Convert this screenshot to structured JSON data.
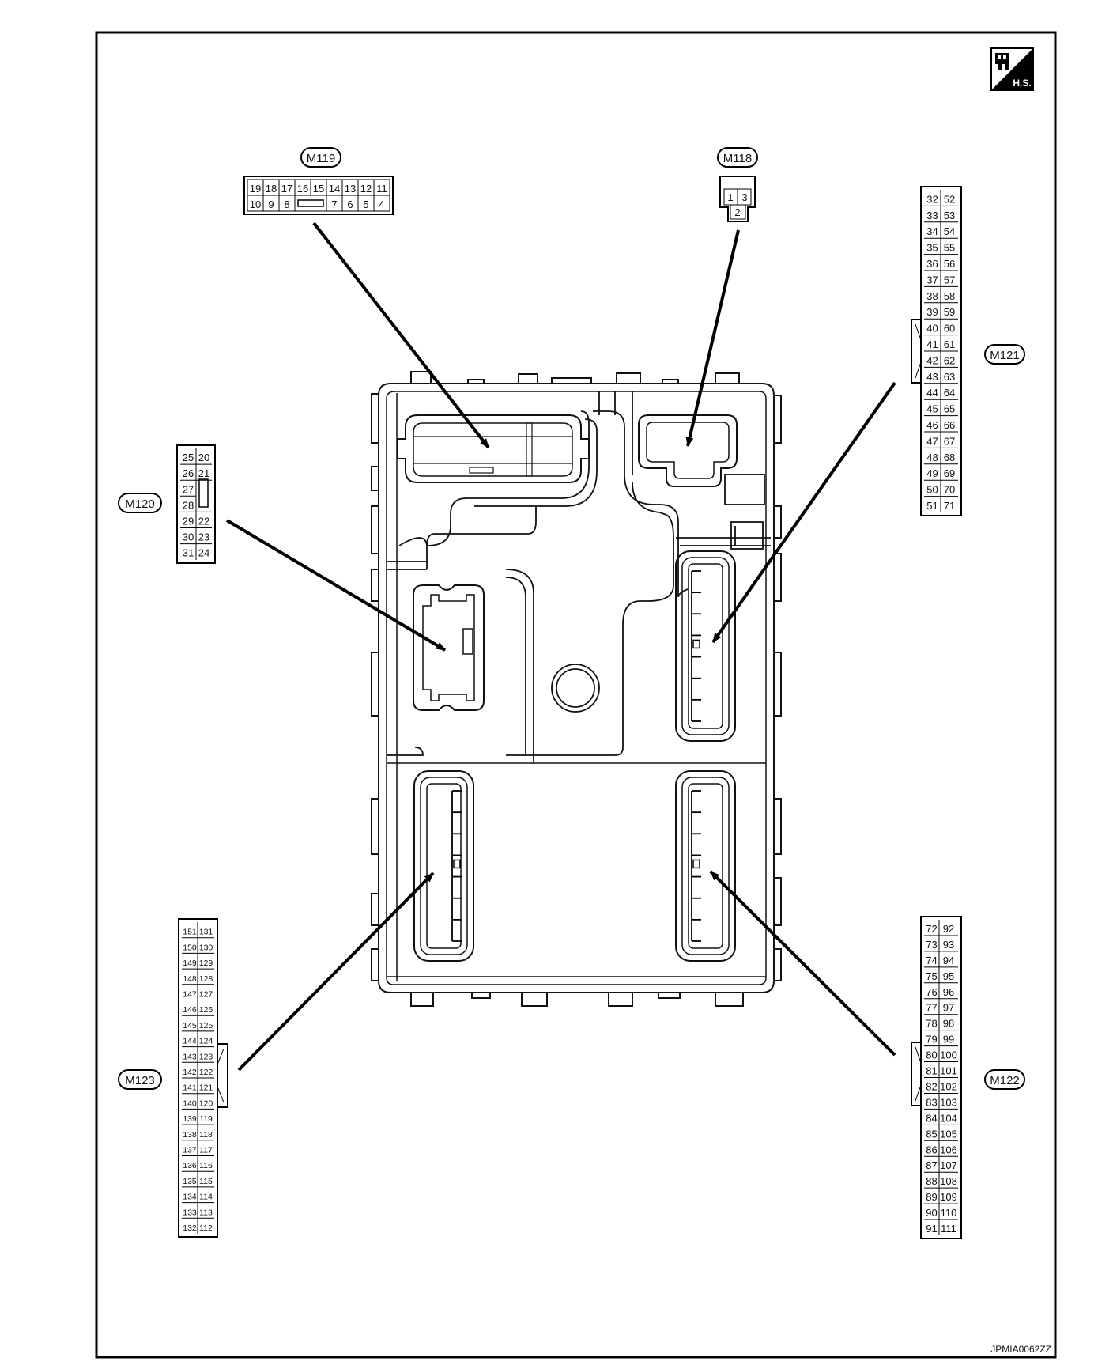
{
  "badge": {
    "icon": "harness-connector-icon",
    "text": "H.S."
  },
  "figure_id": "JPMIA0062ZZ",
  "connectors": {
    "m119": {
      "label": "M119",
      "row1": [
        "19",
        "18",
        "17",
        "16",
        "15",
        "14",
        "13",
        "12",
        "11"
      ],
      "row2": [
        "10",
        "9",
        "8",
        "",
        "7",
        "6",
        "5",
        "4"
      ]
    },
    "m118": {
      "label": "M118",
      "row1": [
        "1",
        "3"
      ],
      "row2": [
        "2"
      ]
    },
    "m121": {
      "label": "M121",
      "left": [
        "32",
        "33",
        "34",
        "35",
        "36",
        "37",
        "38",
        "39",
        "40",
        "41",
        "42",
        "43",
        "44",
        "45",
        "46",
        "47",
        "48",
        "49",
        "50",
        "51"
      ],
      "right": [
        "52",
        "53",
        "54",
        "55",
        "56",
        "57",
        "58",
        "59",
        "60",
        "61",
        "62",
        "63",
        "64",
        "65",
        "66",
        "67",
        "68",
        "69",
        "70",
        "71"
      ]
    },
    "m120": {
      "label": "M120",
      "left": [
        "25",
        "26",
        "27",
        "28",
        "29",
        "30",
        "31"
      ],
      "right": [
        "20",
        "21",
        "",
        "",
        "22",
        "23",
        "24"
      ]
    },
    "m123": {
      "label": "M123",
      "left": [
        "151",
        "150",
        "149",
        "148",
        "147",
        "146",
        "145",
        "144",
        "143",
        "142",
        "141",
        "140",
        "139",
        "138",
        "137",
        "136",
        "135",
        "134",
        "133",
        "132"
      ],
      "right": [
        "131",
        "130",
        "129",
        "128",
        "127",
        "126",
        "125",
        "124",
        "123",
        "122",
        "121",
        "120",
        "119",
        "118",
        "117",
        "116",
        "115",
        "114",
        "113",
        "112"
      ]
    },
    "m122": {
      "label": "M122",
      "left": [
        "72",
        "73",
        "74",
        "75",
        "76",
        "77",
        "78",
        "79",
        "80",
        "81",
        "82",
        "83",
        "84",
        "85",
        "86",
        "87",
        "88",
        "89",
        "90",
        "91"
      ],
      "right": [
        "92",
        "93",
        "94",
        "95",
        "96",
        "97",
        "98",
        "99",
        "100",
        "101",
        "102",
        "103",
        "104",
        "105",
        "106",
        "107",
        "108",
        "109",
        "110",
        "111"
      ]
    }
  }
}
